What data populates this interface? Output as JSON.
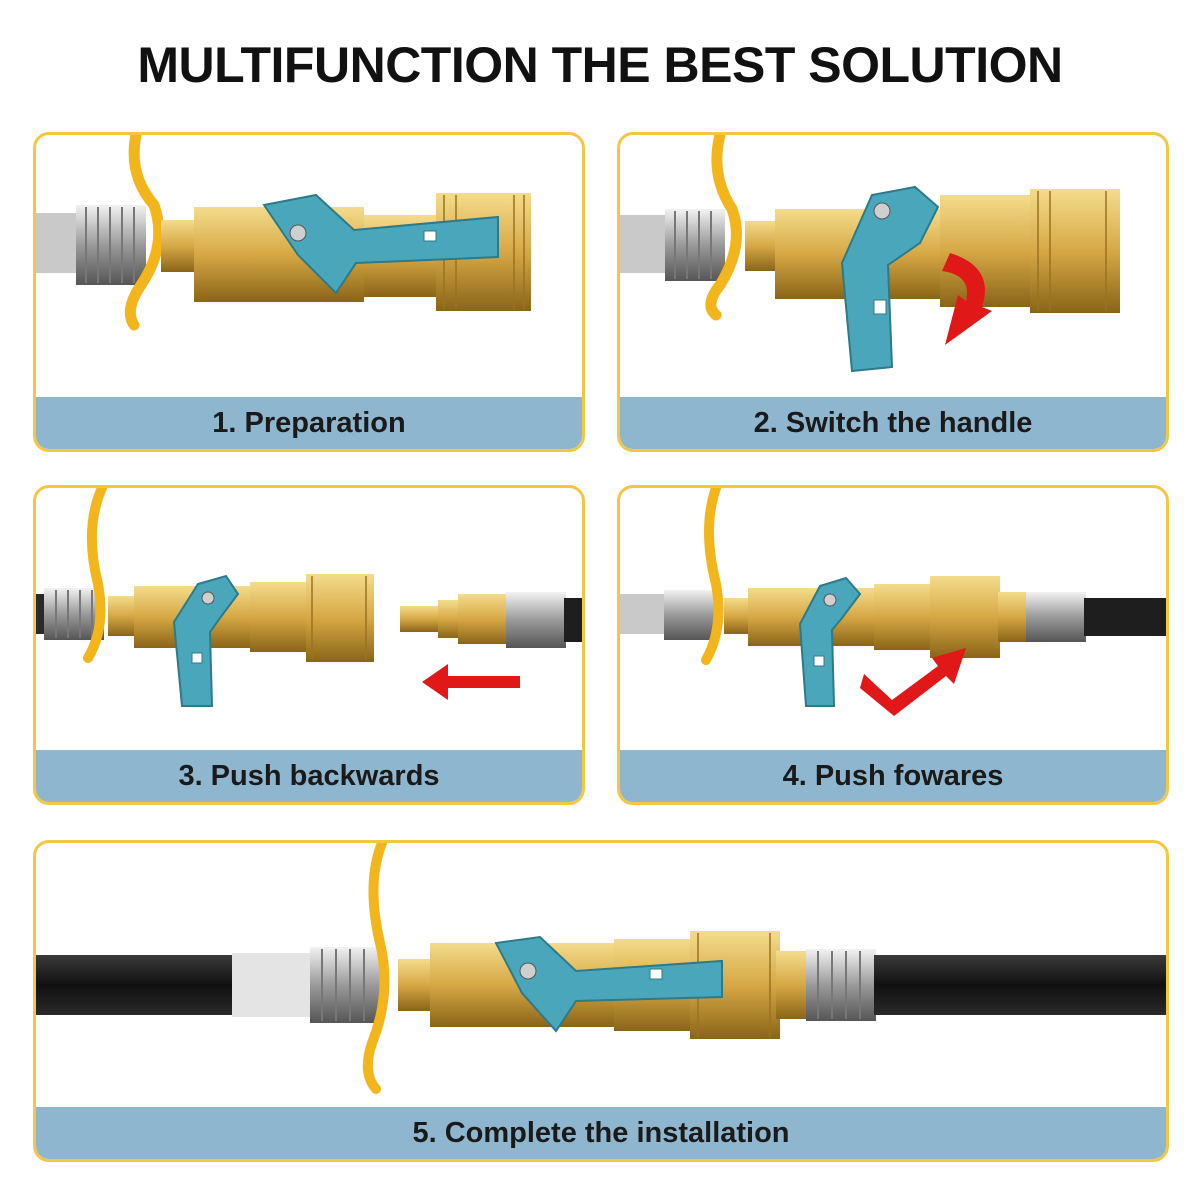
{
  "title": "MULTIFUNCTION THE BEST SOLUTION",
  "steps": [
    {
      "caption": "1. Preparation"
    },
    {
      "caption": "2. Switch the handle"
    },
    {
      "caption": "3. Push backwards"
    },
    {
      "caption": "4. Push fowares"
    },
    {
      "caption": "5. Complete the installation"
    }
  ],
  "colors": {
    "panel_border": "#f3c742",
    "caption_band": "#8fb6cf",
    "brass": "#d8ae52",
    "handle": "#4aa7bb",
    "arrow": "#e01818",
    "hose": "#1e1e1e"
  }
}
